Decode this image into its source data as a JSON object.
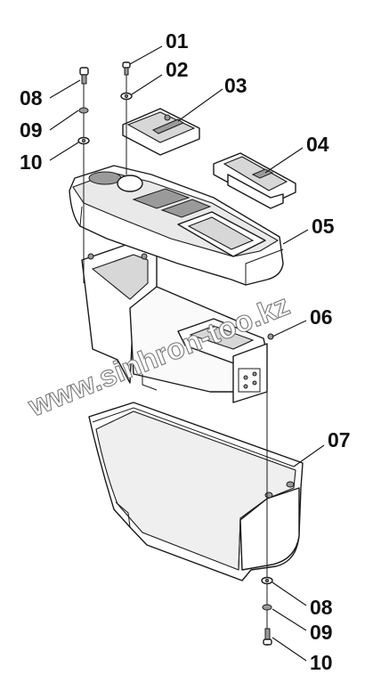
{
  "callouts": [
    {
      "id": "c01",
      "label": "01"
    },
    {
      "id": "c02",
      "label": "02"
    },
    {
      "id": "c03",
      "label": "03"
    },
    {
      "id": "c04",
      "label": "04"
    },
    {
      "id": "c05",
      "label": "05"
    },
    {
      "id": "c06",
      "label": "06"
    },
    {
      "id": "c07",
      "label": "07"
    },
    {
      "id": "c08a",
      "label": "08"
    },
    {
      "id": "c09a",
      "label": "09"
    },
    {
      "id": "c10a",
      "label": "10"
    },
    {
      "id": "c08b",
      "label": "08"
    },
    {
      "id": "c09b",
      "label": "09"
    },
    {
      "id": "c10b",
      "label": "10"
    }
  ],
  "watermark": "www.sinhron-too.kz"
}
